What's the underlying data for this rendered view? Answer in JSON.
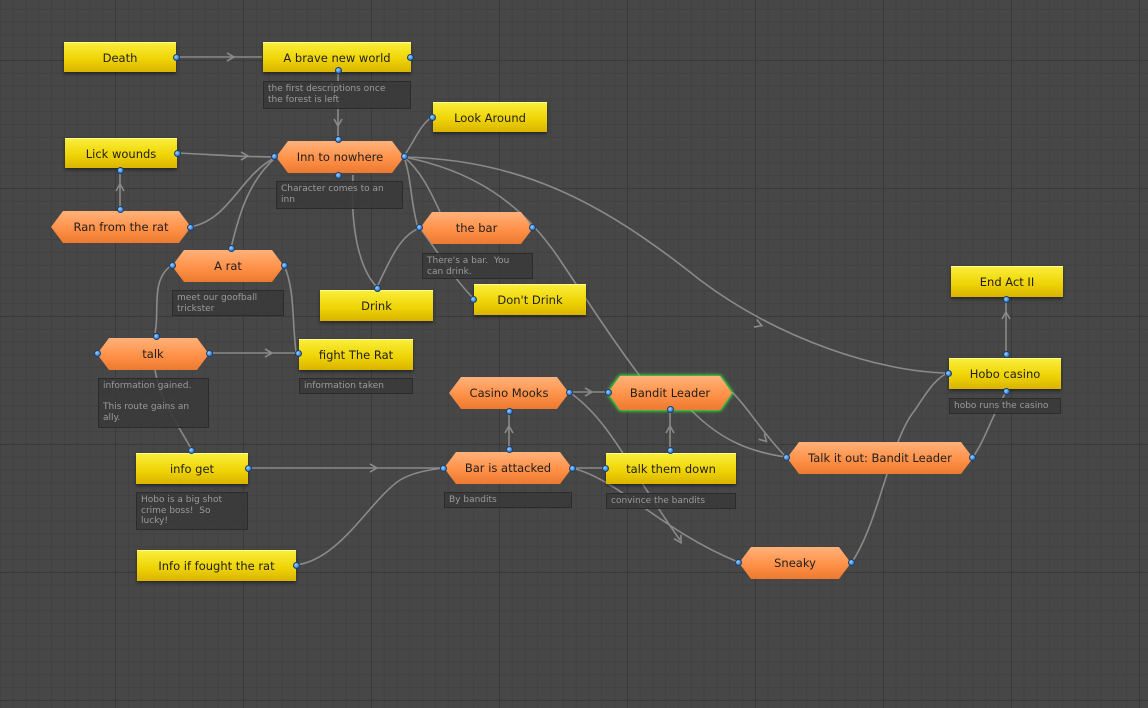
{
  "colors": {
    "background": "#474747",
    "state_node": "#efd405",
    "choice_node": "#ff9148",
    "selected_outline": "#3ee03e",
    "link": "#8a8a8a",
    "port": "#2f7fd6"
  },
  "nodes": {
    "death": {
      "title": "Death"
    },
    "brave_new_world": {
      "title": "A brave new world",
      "description": "the first descriptions once\nthe forest is left"
    },
    "look_around": {
      "title": "Look Around"
    },
    "lick_wounds": {
      "title": "Lick wounds"
    },
    "inn_to_nowhere": {
      "title": "Inn to nowhere",
      "description": "Character comes to an\ninn"
    },
    "ran_from_rat": {
      "title": "Ran from the rat"
    },
    "the_bar": {
      "title": "the bar",
      "description": "There's a bar.  You\ncan drink."
    },
    "a_rat": {
      "title": "A rat",
      "description": "meet our goofball\ntrickster"
    },
    "drink": {
      "title": "Drink"
    },
    "dont_drink": {
      "title": "Don't Drink"
    },
    "end_act_ii": {
      "title": "End Act II"
    },
    "talk": {
      "title": "talk",
      "description": "information gained.\n\nThis route gains an\nally."
    },
    "fight_rat": {
      "title": "fight The Rat",
      "description": "information taken"
    },
    "casino_mooks": {
      "title": "Casino Mooks"
    },
    "bandit_leader": {
      "title": "Bandit Leader"
    },
    "hobo_casino": {
      "title": "Hobo casino",
      "description": "hobo runs the casino"
    },
    "talk_it_out": {
      "title": "Talk it out: Bandit Leader"
    },
    "info_get": {
      "title": "info get",
      "description": "Hobo is a big shot\ncrime boss!  So\nlucky!"
    },
    "bar_attacked": {
      "title": "Bar is attacked",
      "description": "By bandits"
    },
    "talk_them_down": {
      "title": "talk them down",
      "description": "convince the bandits"
    },
    "sneaky": {
      "title": "Sneaky"
    },
    "info_fought_rat": {
      "title": "Info if fought the rat"
    }
  }
}
